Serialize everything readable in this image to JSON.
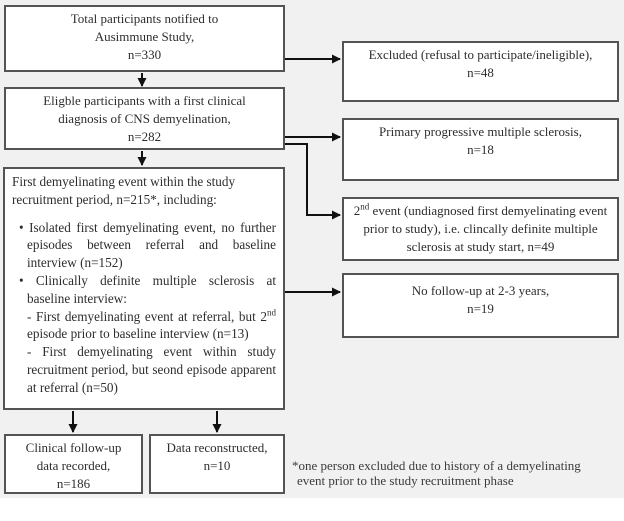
{
  "colors": {
    "background": "#f1f1f2",
    "box_fill": "#ffffff",
    "box_border": "#545454",
    "arrow": "#111111",
    "text": "#2d2d2d"
  },
  "boxes": {
    "total": {
      "lines": [
        "Total participants notified to",
        "Ausimmune Study,",
        "n=330"
      ]
    },
    "eligible": {
      "lines": [
        "Eligble participants with a first clinical",
        "diagnosis of CNS demyelination,",
        "n=282"
      ]
    },
    "first_event": {
      "header": "First demyelinating event within the study recruitment period, n=215*, including:",
      "bullet1": "• Isolated first demyelinating event, no further episodes between referral and baseline interview (n=152)",
      "bullet2": "• Clinically definite multiple sclerosis at baseline interview:",
      "sub1_pre": "- First demyelinating event at referral, but 2",
      "sub1_sup": "nd",
      "sub1_post": " episode prior to baseline interview (n=13)",
      "sub2": "- First demyelinating event within study recruitment period, but seond episode apparent at referral (n=50)"
    },
    "excluded": {
      "lines": [
        "Excluded (refusal to participate/ineligible),",
        "n=48"
      ]
    },
    "ppms": {
      "lines": [
        "Primary progressive multiple sclerosis,",
        "n=18"
      ]
    },
    "second_event": {
      "pre": "2",
      "sup": "nd",
      "post": " event (undiagnosed first demyelinating event prior to study), i.e. clincally definite multiple sclerosis at study start, n=49"
    },
    "no_followup": {
      "lines": [
        "No follow-up at 2-3 years,",
        "n=19"
      ]
    },
    "followup_recorded": {
      "lines": [
        "Clinical follow-up",
        "data recorded,",
        "n=186"
      ]
    },
    "data_reconstructed": {
      "lines": [
        "Data reconstructed,",
        "n=10"
      ]
    }
  },
  "footnote": {
    "line1": "*one person excluded due to history of a demyelinating",
    "line2": "event prior to the study recruitment phase"
  }
}
